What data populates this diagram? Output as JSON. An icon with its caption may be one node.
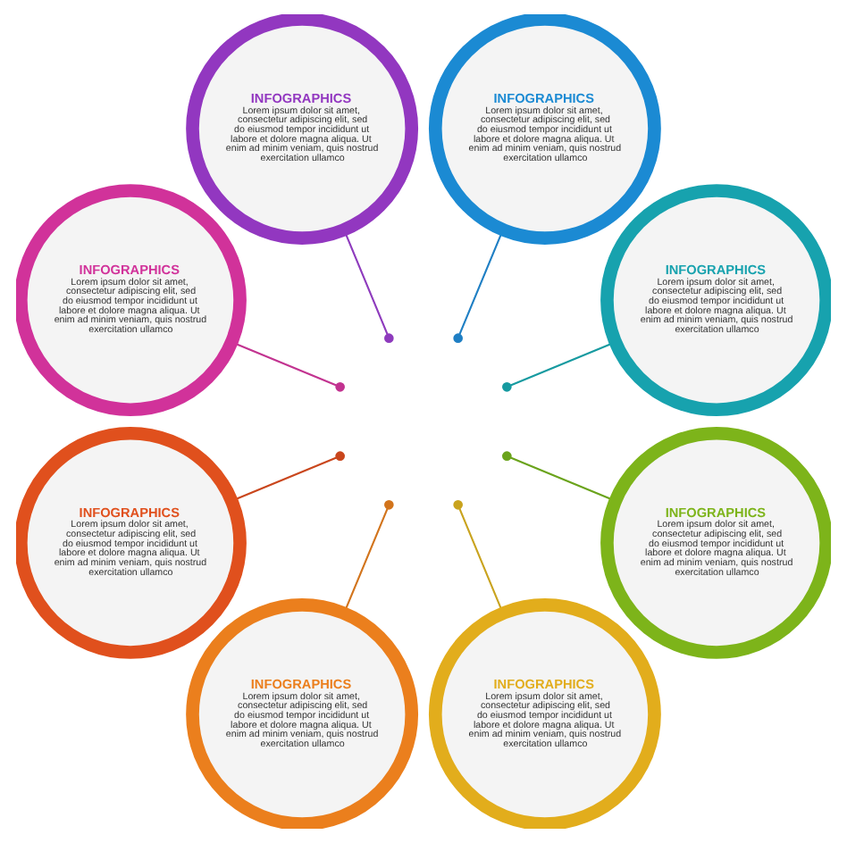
{
  "diagram": {
    "nodes": [
      {
        "text": [
          "INFOGRAPHICS",
          "Lorem ipsum dolor sit amet, consectetur adipiscing elit, sed do eiusmod tempor incididunt ut labore et dolore magna aliqua. Ut enim ad minim veniam, quis nostrud exercitation ullamco"
        ]
      },
      {
        "text": [
          "INFOGRAPHICS",
          "Lorem ipsum dolor sit amet, consectetur adipiscing elit, sed do eiusmod tempor incididunt ut labore et dolore magna aliqua. Ut enim ad minim veniam, quis nostrud exercitation ullamco"
        ]
      },
      {
        "text": [
          "INFOGRAPHICS",
          "Lorem ipsum dolor sit amet, consectetur adipiscing elit, sed do eiusmod tempor incididunt ut labore et dolore magna aliqua. Ut enim ad minim veniam, quis nostrud exercitation ullamco"
        ]
      },
      {
        "text": [
          "INFOGRAPHICS",
          "Lorem ipsum dolor sit amet, consectetur adipiscing elit, sed do eiusmod tempor incididunt ut labore et dolore magna aliqua. Ut enim ad minim veniam, quis nostrud exercitation ullamco"
        ]
      },
      {
        "text": [
          "INFOGRAPHICS",
          "Lorem ipsum dolor sit amet, consectetur adipiscing elit, sed do eiusmod tempor incididunt ut labore et dolore magna aliqua. Ut enim ad minim veniam, quis nostrud exercitation ullamco"
        ]
      },
      {
        "text": [
          "INFOGRAPHICS",
          "Lorem ipsum dolor sit amet, consectetur adipiscing elit, sed do eiusmod tempor incididunt ut labore et dolore magna aliqua. Ut enim ad minim veniam, quis nostrud exercitation ullamco"
        ]
      },
      {
        "text": [
          "INFOGRAPHICS",
          "Lorem ipsum dolor sit amet, consectetur adipiscing elit, sed do eiusmod tempor incididunt ut labore et dolore magna aliqua. Ut enim ad minim veniam, quis nostrud exercitation ullamco"
        ]
      },
      {
        "text": [
          "INFOGRAPHICS",
          "Lorem ipsum dolor sit amet, consectetur adipiscing elit, sed do eiusmod tempor incididunt ut labore et dolore magna aliqua. Ut enim ad minim veniam, quis nostrud exercitation ullamco"
        ]
      }
    ],
    "edges": [
      {
        "from": 0,
        "to": null,
        "arrow": "other",
        "color": "#8e3bbd"
      },
      {
        "from": 1,
        "to": null,
        "arrow": "other",
        "color": "#1f7fc4"
      },
      {
        "from": 2,
        "to": null,
        "arrow": "other",
        "color": "#c23390"
      },
      {
        "from": 3,
        "to": null,
        "arrow": "other",
        "color": "#169aa0"
      },
      {
        "from": 4,
        "to": null,
        "arrow": "other",
        "color": "#c9461c"
      },
      {
        "from": 5,
        "to": null,
        "arrow": "other",
        "color": "#6aa31b"
      },
      {
        "from": 6,
        "to": null,
        "arrow": "other",
        "color": "#d2741c"
      },
      {
        "from": 7,
        "to": null,
        "arrow": "other",
        "color": "#c9a31e"
      }
    ]
  }
}
